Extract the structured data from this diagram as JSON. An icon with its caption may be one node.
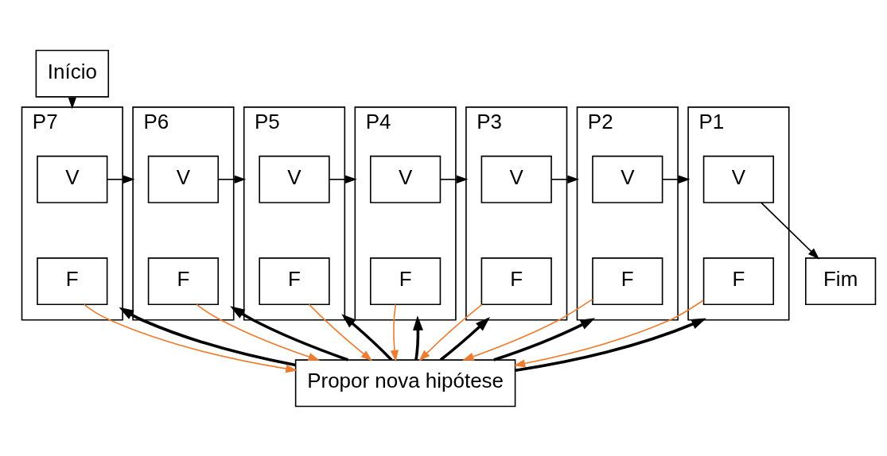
{
  "diagram": {
    "nodes": [
      {
        "text": [
          "Início"
        ]
      },
      {
        "text": [
          "P7"
        ]
      },
      {
        "text": [
          "V"
        ],
        "in": 1
      },
      {
        "text": [
          "F"
        ],
        "in": 1
      },
      {
        "text": [
          "P6"
        ]
      },
      {
        "text": [
          "V"
        ],
        "in": 4
      },
      {
        "text": [
          "F"
        ],
        "in": 4
      },
      {
        "text": [
          "P5"
        ]
      },
      {
        "text": [
          "V"
        ],
        "in": 7
      },
      {
        "text": [
          "F"
        ],
        "in": 7
      },
      {
        "text": [
          "P4"
        ]
      },
      {
        "text": [
          "V"
        ],
        "in": 10
      },
      {
        "text": [
          "F"
        ],
        "in": 10
      },
      {
        "text": [
          "P3"
        ]
      },
      {
        "text": [
          "V"
        ],
        "in": 13
      },
      {
        "text": [
          "F"
        ],
        "in": 13
      },
      {
        "text": [
          "P2"
        ]
      },
      {
        "text": [
          "V"
        ],
        "in": 16
      },
      {
        "text": [
          "F"
        ],
        "in": 16
      },
      {
        "text": [
          "P1"
        ]
      },
      {
        "text": [
          "V"
        ],
        "in": 19
      },
      {
        "text": [
          "F"
        ],
        "in": 19
      },
      {
        "text": [
          "Propor nova hipótese"
        ]
      },
      {
        "text": [
          "Fim"
        ]
      }
    ],
    "edges": [
      {
        "from": 0,
        "to": 1,
        "arrow": "to"
      },
      {
        "from": 2,
        "to": 4,
        "arrow": "to"
      },
      {
        "from": 5,
        "to": 7,
        "arrow": "to"
      },
      {
        "from": 8,
        "to": 10,
        "arrow": "to"
      },
      {
        "from": 11,
        "to": 13,
        "arrow": "to"
      },
      {
        "from": 14,
        "to": 16,
        "arrow": "to"
      },
      {
        "from": 17,
        "to": 19,
        "arrow": "to"
      },
      {
        "from": 20,
        "to": 23,
        "arrow": "to"
      },
      {
        "from": 3,
        "to": 22,
        "arrow": "to",
        "color": "#ed7d31"
      },
      {
        "from": 6,
        "to": 22,
        "arrow": "to",
        "color": "#ed7d31"
      },
      {
        "from": 9,
        "to": 22,
        "arrow": "to",
        "color": "#ed7d31"
      },
      {
        "from": 12,
        "to": 22,
        "arrow": "to",
        "color": "#ed7d31"
      },
      {
        "from": 15,
        "to": 22,
        "arrow": "to",
        "color": "#ed7d31"
      },
      {
        "from": 18,
        "to": 22,
        "arrow": "to",
        "color": "#ed7d31"
      },
      {
        "from": 21,
        "to": 22,
        "arrow": "to",
        "color": "#ed7d31"
      },
      {
        "from": 22,
        "to": 1,
        "arrow": "to",
        "style": "thick"
      },
      {
        "from": 22,
        "to": 4,
        "arrow": "to",
        "style": "thick"
      },
      {
        "from": 22,
        "to": 7,
        "arrow": "to",
        "style": "thick"
      },
      {
        "from": 22,
        "to": 10,
        "arrow": "to",
        "style": "thick"
      },
      {
        "from": 22,
        "to": 13,
        "arrow": "to",
        "style": "thick"
      },
      {
        "from": 22,
        "to": 16,
        "arrow": "to",
        "style": "thick"
      },
      {
        "from": 22,
        "to": 19,
        "arrow": "to",
        "style": "thick"
      }
    ]
  }
}
